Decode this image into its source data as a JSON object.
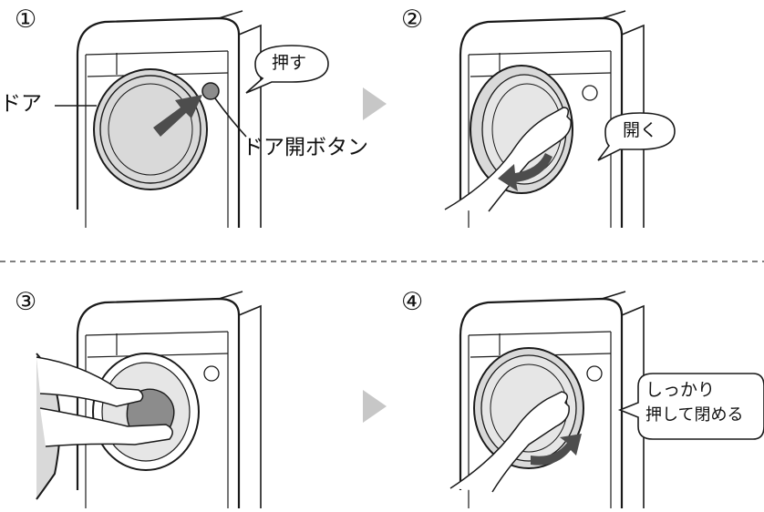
{
  "steps": [
    {
      "number": "①",
      "labels": {
        "door": "ドア",
        "button": "ドア開ボタン",
        "bubble": "押す"
      }
    },
    {
      "number": "②",
      "labels": {
        "bubble": "開く"
      }
    },
    {
      "number": "③"
    },
    {
      "number": "④",
      "labels": {
        "bubble_line1": "しっかり",
        "bubble_line2": "押して閉める"
      }
    }
  ],
  "colors": {
    "line": "#1a1a1a",
    "door_gray": "#d9d9d9",
    "arrow_gray": "#4d4d4d",
    "triangle_gray": "#c7c7c7"
  }
}
